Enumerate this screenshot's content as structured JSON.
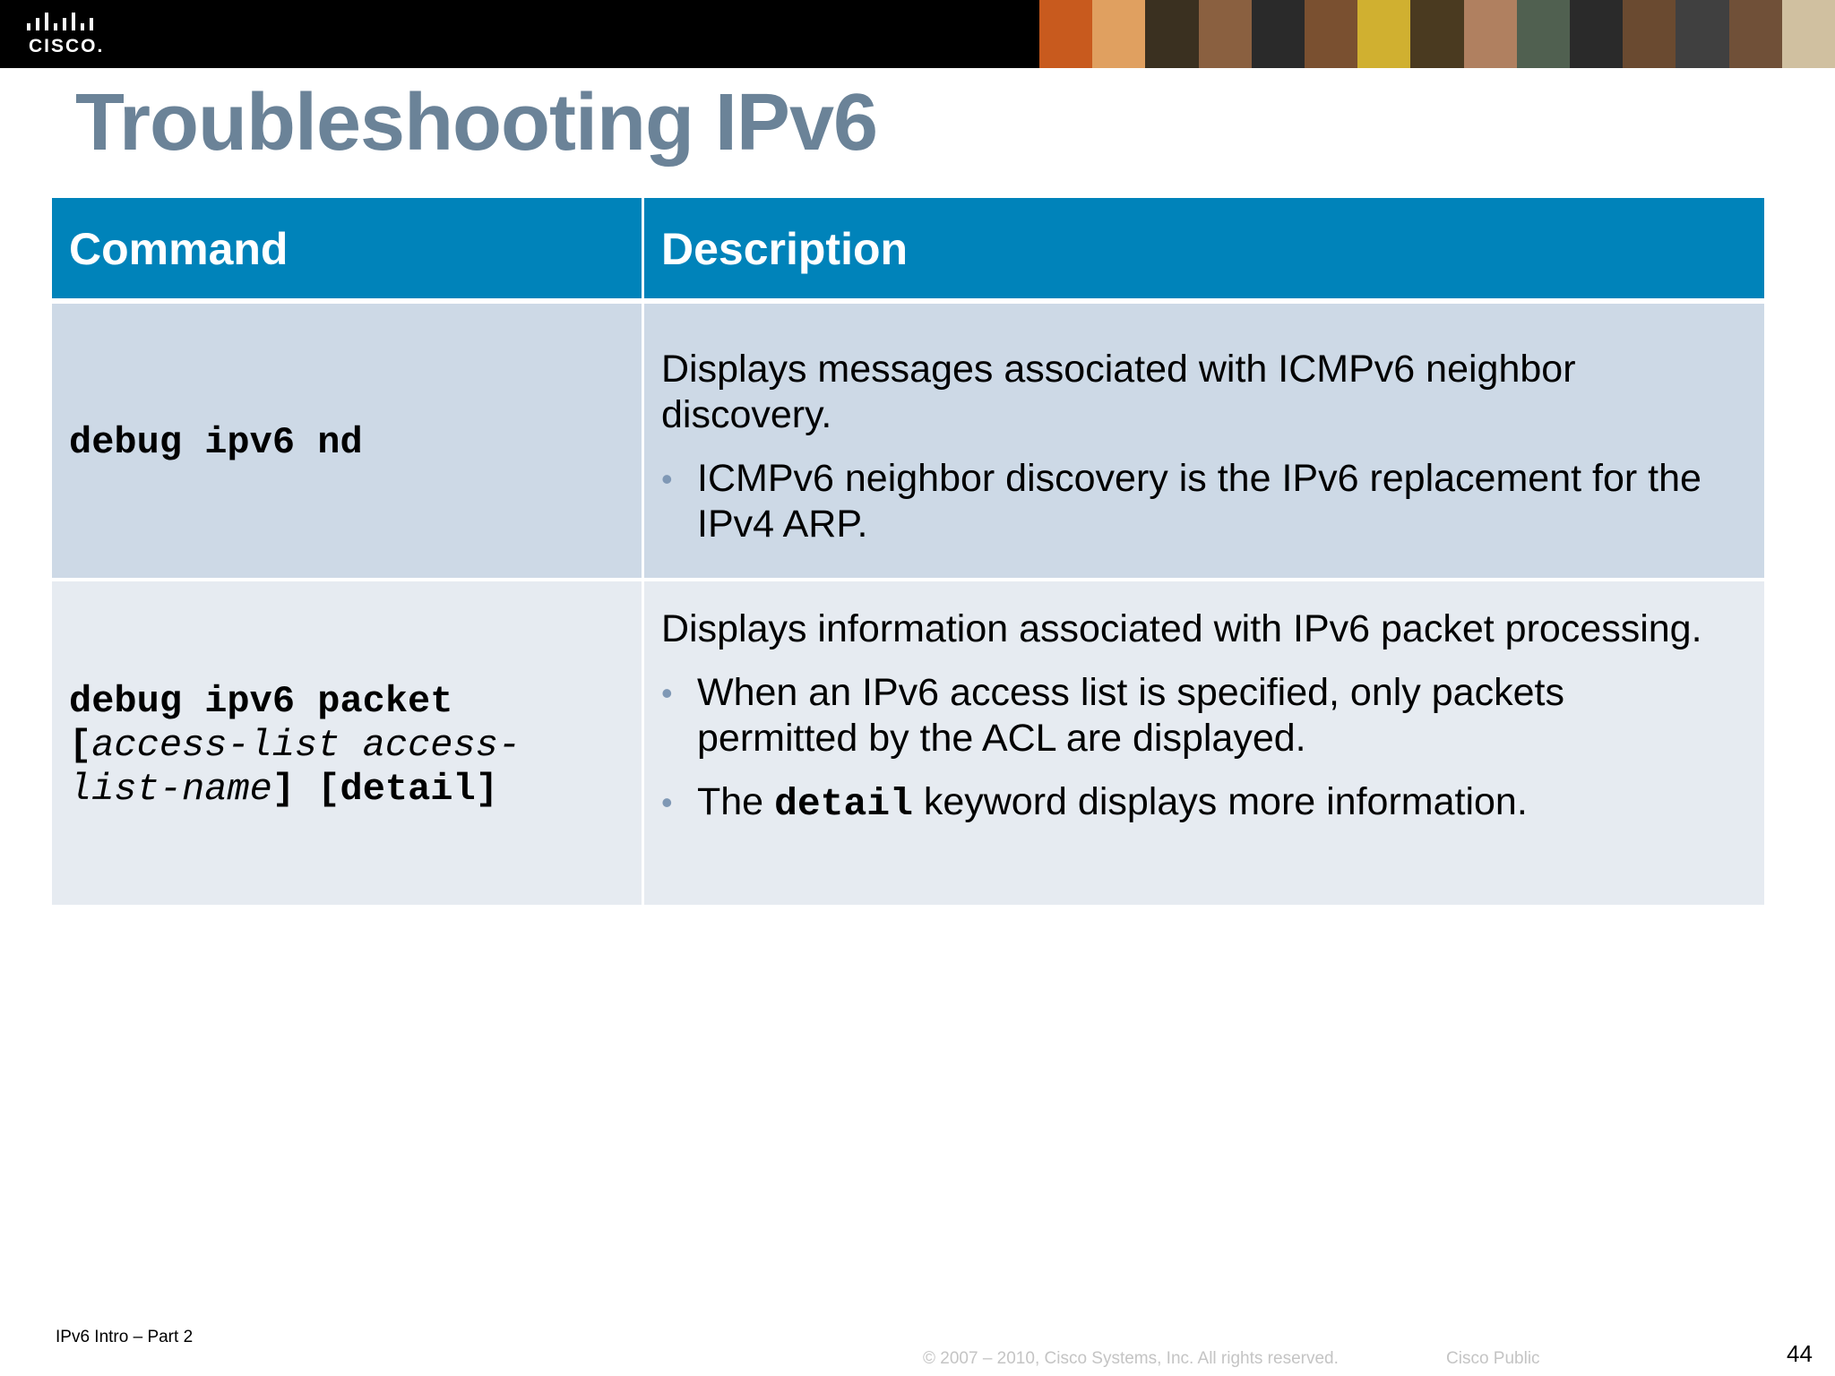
{
  "header": {
    "logo_text": "CISCO.",
    "photo_colors": [
      "#c85a1e",
      "#e0a060",
      "#3a3020",
      "#8a6040",
      "#2a2a2a",
      "#7a5030",
      "#d0b030",
      "#4a3a20",
      "#b08060",
      "#506050",
      "#2a2a2a",
      "#6a4a30",
      "#404040",
      "#705038",
      "#d0c0a0"
    ]
  },
  "slide": {
    "title": "Troubleshooting IPv6"
  },
  "table": {
    "headers": [
      "Command",
      "Description"
    ],
    "rows": [
      {
        "command": "debug ipv6 nd",
        "description": "Displays messages associated with ICMPv6 neighbor discovery.",
        "bullets": [
          "ICMPv6 neighbor discovery is the IPv6 replacement for the IPv4 ARP."
        ]
      },
      {
        "command_line1": "debug ipv6 packet",
        "command_bracket_open": "[",
        "command_access_list_param": "access-list access-list-name",
        "command_bracket_close": "]",
        "command_detail": "[detail]",
        "description": "Displays information associated with IPv6 packet processing.",
        "bullets": [
          "When an IPv6 access list is specified, only packets permitted by the ACL are displayed."
        ],
        "bullet2_prefix": "The",
        "bullet2_keyword": "detail",
        "bullet2_suffix": "keyword displays more information."
      }
    ]
  },
  "footer": {
    "left": "IPv6 Intro – Part 2",
    "copyright": "© 2007 – 2010, Cisco Systems, Inc. All rights reserved.",
    "classification": "Cisco Public",
    "page_number": "44"
  }
}
